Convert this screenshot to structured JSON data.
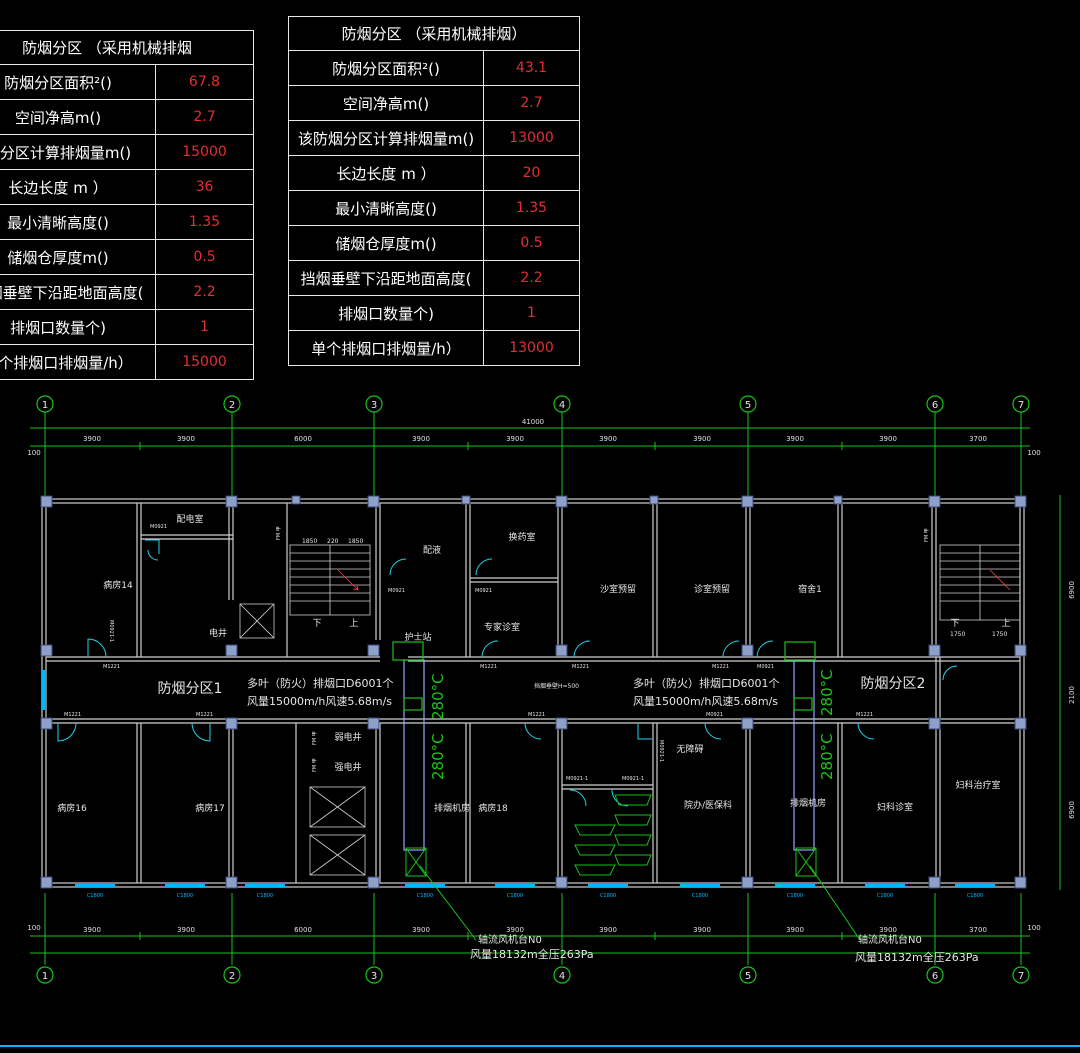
{
  "table1": {
    "title": "防烟分区 （采用机械排烟",
    "rows": [
      {
        "label": "防烟分区面积²()",
        "value": "67.8"
      },
      {
        "label": "空间净高m()",
        "value": "2.7"
      },
      {
        "label": "烟分区计算排烟量m()",
        "value": "15000"
      },
      {
        "label": "长边长度 m ）",
        "value": "36"
      },
      {
        "label": "最小清晰高度()",
        "value": "1.35"
      },
      {
        "label": "储烟仓厚度m()",
        "value": "0.5"
      },
      {
        "label": "挡烟垂壁下沿距地面高度(",
        "value": "2.2"
      },
      {
        "label": "排烟口数量个)",
        "value": "1"
      },
      {
        "label": "单个排烟口排烟量/h）",
        "value": "15000"
      }
    ]
  },
  "table2": {
    "title": "防烟分区 （采用机械排烟）",
    "rows": [
      {
        "label": "防烟分区面积²()",
        "value": "43.1"
      },
      {
        "label": "空间净高m()",
        "value": "2.7"
      },
      {
        "label": "该防烟分区计算排烟量m()",
        "value": "13000"
      },
      {
        "label": "长边长度 m ）",
        "value": "20"
      },
      {
        "label": "最小清晰高度()",
        "value": "1.35"
      },
      {
        "label": "储烟仓厚度m()",
        "value": "0.5"
      },
      {
        "label": "挡烟垂壁下沿距地面高度(",
        "value": "2.2"
      },
      {
        "label": "排烟口数量个)",
        "value": "1"
      },
      {
        "label": "单个排烟口排烟量/h）",
        "value": "13000"
      }
    ]
  },
  "axes": [
    "1",
    "2",
    "3",
    "4",
    "5",
    "6",
    "7"
  ],
  "dims": {
    "total": "41000",
    "top": [
      "3900",
      "3900",
      "6000",
      "3900",
      "3900",
      "3900",
      "3900",
      "3900",
      "3900",
      "3700"
    ],
    "bottom": [
      "3900",
      "3900",
      "6000",
      "3900",
      "3900",
      "3900",
      "3900",
      "3900",
      "3900",
      "3700"
    ],
    "edge": "100",
    "right": [
      "6900",
      "2100",
      "6900"
    ]
  },
  "rooms": {
    "peidianshi": "配电室",
    "bingfang14": "病房14",
    "peiye": "配液",
    "huanyaoshi": "换药室",
    "shazhenshi1": "沙室预留",
    "shazhenshi2": "诊室预留",
    "sushe": "宿舍1",
    "hushizhan": "护士站",
    "zhuanjia": "专家诊室",
    "dianjing": "电井",
    "bingfang16": "病房16",
    "bingfang17": "病房17",
    "paiyan1": "排烟机房",
    "bingfang18": "病房18",
    "wuzhangai": "无障碍",
    "yuanban": "院办/医保科",
    "paiyan2": "排烟机房",
    "fuke": "妇科诊室",
    "fukezl": "妇科治疗室",
    "ruodianjing": "弱电井",
    "qiangdianjing": "强电井",
    "zone1": "防烟分区1",
    "zone2": "防烟分区2",
    "down": "下",
    "up": "上"
  },
  "notes": {
    "outlet1a": "多叶（防火）排烟口D6001个",
    "outlet1b": "风量15000m/h风速5.68m/s",
    "outlet2a": "多叶（防火）排烟口D6001个",
    "outlet2b": "风量15000m/h风速5.68m/s",
    "temp1": "280°C",
    "temp2": "280°C",
    "temp3": "280°C",
    "temp4": "280°C",
    "fan1a": "轴流风机台N0",
    "fan1b": "风量18132m全压263Pa",
    "fan2a": "轴流风机台N0",
    "fan2b": "风量18132m全压263Pa",
    "curtain": "挡烟垂壁H=500",
    "stairdim1": "1850",
    "stairdim2": "220",
    "stairdim3": "1850",
    "stairdim4": "1750",
    "stairdim5": "1750"
  },
  "doors": {
    "m0921": "M0921",
    "m1221": "M1221",
    "m0921_1": "M0921-1",
    "fm": "FM 甲"
  },
  "colors": {
    "grid": "#19c419",
    "wall": "#cfcfcf",
    "column": "#8fa0c8",
    "window": "#00b7ff",
    "door": "#22d3ee",
    "value_red": "#e23030",
    "duct": "#9aa4ff"
  }
}
